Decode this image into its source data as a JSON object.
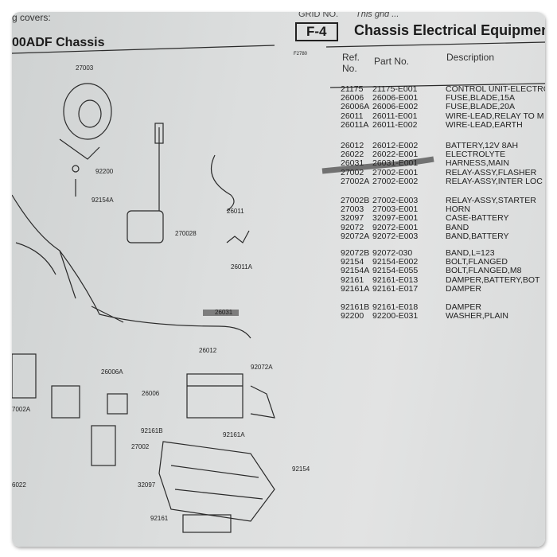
{
  "left_header": {
    "covers": "g covers:",
    "chassis": "00ADF Chassis"
  },
  "grid": {
    "label": "GRID NO.",
    "note": "This grid ...",
    "value": "F-4"
  },
  "title": "Chassis Electrical Equipmen",
  "figure_code": "F2780",
  "table": {
    "headers": {
      "ref": "Ref. No.",
      "part": "Part No.",
      "desc": "Description"
    },
    "groups": [
      [
        [
          "21175",
          "21175-E001",
          "CONTROL UNIT-ELECTRO"
        ],
        [
          "26006",
          "26006-E001",
          "FUSE,BLADE,15A"
        ],
        [
          "26006A",
          "26006-E002",
          "FUSE,BLADE,20A"
        ],
        [
          "26011",
          "26011-E001",
          "WIRE-LEAD,RELAY TO M"
        ],
        [
          "26011A",
          "26011-E002",
          "WIRE-LEAD,EARTH"
        ]
      ],
      [
        [
          "26012",
          "26012-E002",
          "BATTERY,12V 8AH"
        ],
        [
          "26022",
          "26022-E001",
          "ELECTROLYTE"
        ],
        [
          "26031",
          "26031-E001",
          "HARNESS,MAIN"
        ],
        [
          "27002",
          "27002-E001",
          "RELAY-ASSY,FLASHER"
        ],
        [
          "27002A",
          "27002-E002",
          "RELAY-ASSY,INTER LOC"
        ]
      ],
      [
        [
          "27002B",
          "27002-E003",
          "RELAY-ASSY,STARTER"
        ],
        [
          "27003",
          "27003-E001",
          "HORN"
        ],
        [
          "32097",
          "32097-E001",
          "CASE-BATTERY"
        ],
        [
          "92072",
          "92072-E001",
          "BAND"
        ],
        [
          "92072A",
          "92072-E003",
          "BAND,BATTERY"
        ]
      ],
      [
        [
          "92072B",
          "92072-030",
          "BAND,L=123"
        ],
        [
          "92154",
          "92154-E002",
          "BOLT,FLANGED"
        ],
        [
          "92154A",
          "92154-E055",
          "BOLT,FLANGED,M8"
        ],
        [
          "92161",
          "92161-E013",
          "DAMPER,BATTERY,BOT"
        ],
        [
          "92161A",
          "92161-E017",
          "DAMPER"
        ]
      ],
      [
        [
          "92161B",
          "92161-E018",
          "DAMPER"
        ],
        [
          "92200",
          "92200-E031",
          "WASHER,PLAIN"
        ]
      ]
    ]
  },
  "diagram_labels": {
    "l27003": "27003",
    "l92200": "92200",
    "l92154A": "92154A",
    "l27002B": "270028",
    "l26011": "26011",
    "l26011A": "26011A",
    "l26031": "26031",
    "l26012": "26012",
    "l92072A": "92072A",
    "l26006A": "26006A",
    "l26006": "26006",
    "l27002A": "7002A",
    "l27002": "27002",
    "l92161B": "92161B",
    "l92161A": "92161A",
    "l92154": "92154",
    "l32097": "32097",
    "l92161": "92161",
    "l26022": "6022"
  },
  "highlight_color": "#555555"
}
